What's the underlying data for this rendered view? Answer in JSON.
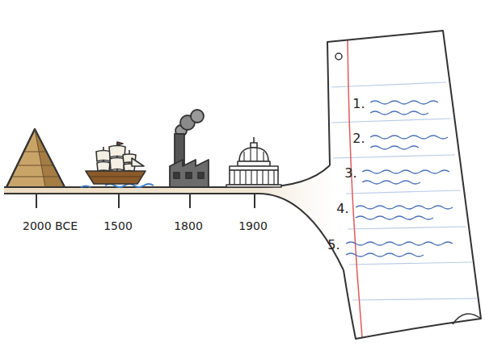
{
  "diagram": {
    "labels": [
      "2000 BCE",
      "1500",
      "1800",
      "1900",
      "1.",
      "2.",
      "3.",
      "4.",
      "5."
    ]
  }
}
